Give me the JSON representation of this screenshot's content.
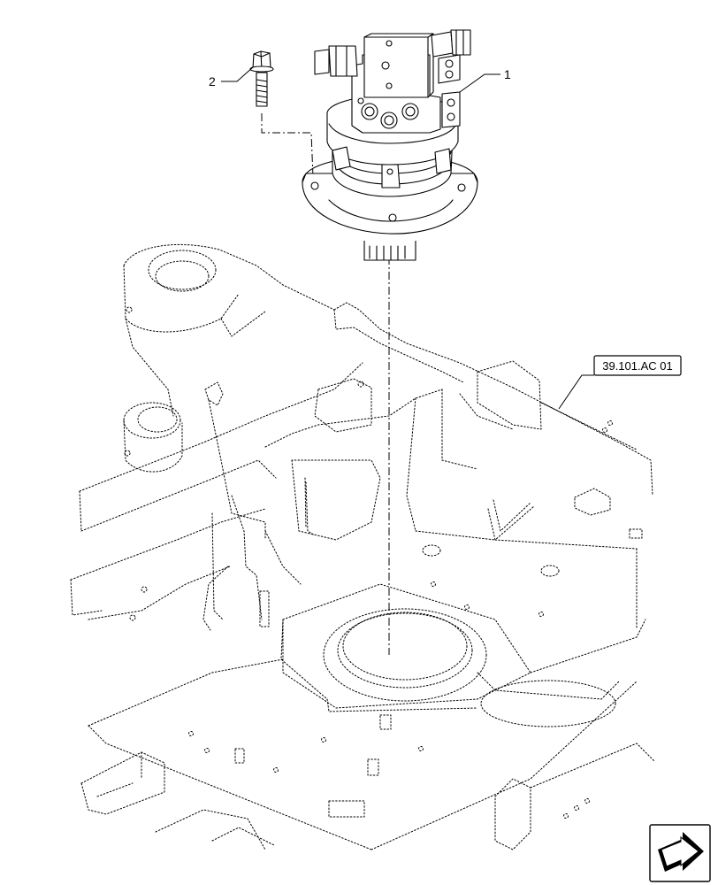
{
  "callouts": {
    "item1": "1",
    "item2": "2"
  },
  "reference": {
    "label": "39.101.AC 01"
  },
  "icons": {
    "next_page": "arrow-icon"
  }
}
